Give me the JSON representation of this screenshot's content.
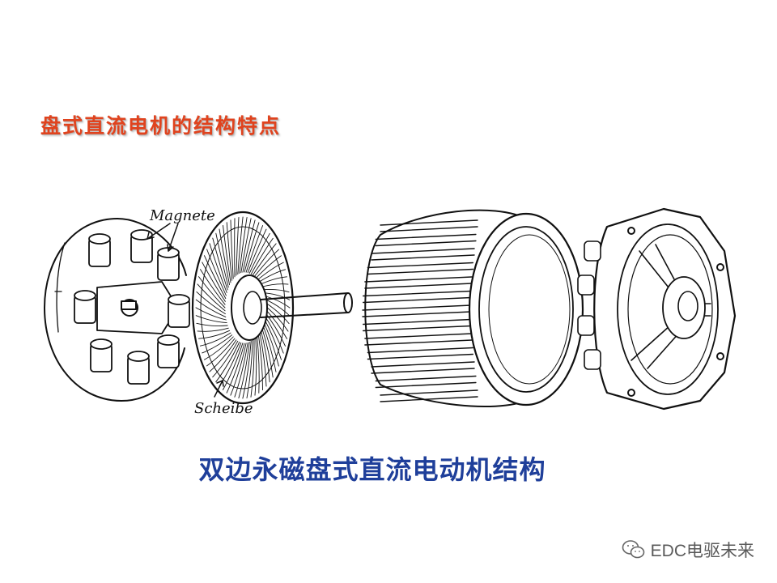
{
  "slide": {
    "title": "盘式直流电机的结构特点",
    "caption": "双边永磁盘式直流电动机结构",
    "watermark": "EDC电驱未来"
  },
  "diagram": {
    "labels": {
      "magnets": "Magnete",
      "disc": "Scheibe"
    },
    "icons": [
      "wechat-icon"
    ],
    "colors": {
      "title": "#e0431e",
      "caption": "#1f3f9a",
      "line_art": "#111111"
    }
  }
}
